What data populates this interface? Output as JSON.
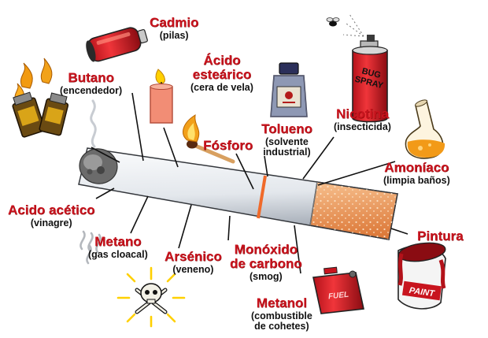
{
  "colors": {
    "label_red": "#c8141e",
    "desc_black": "#111111",
    "filter_orange": "#f29a4a",
    "cigarette_body": "#e6e9ee",
    "leader_line": "#111111"
  },
  "components": [
    {
      "id": "cadmio",
      "name": "Cadmio",
      "desc": "(pilas)",
      "icon": "battery-icon"
    },
    {
      "id": "acido-estearico",
      "name": "Ácido\nesteárico",
      "desc": "(cera de vela)",
      "icon": "candle-icon"
    },
    {
      "id": "butano",
      "name": "Butano",
      "desc": "(encendedor)",
      "icon": "lighter-icon"
    },
    {
      "id": "tolueno",
      "name": "Tolueno",
      "desc": "(solvente\nindustrial)",
      "icon": "solvent-bottle-icon"
    },
    {
      "id": "nicotina",
      "name": "Nicotina",
      "desc": "(insecticida)",
      "icon": "bug-spray-icon"
    },
    {
      "id": "fosforo",
      "name": "Fósforo",
      "desc": "",
      "icon": "match-icon"
    },
    {
      "id": "amoniaco",
      "name": "Amoníaco",
      "desc": "(limpia baños)",
      "icon": "flask-icon"
    },
    {
      "id": "acido-acetico",
      "name": "Acido acético",
      "desc": "(vinagre)",
      "icon": ""
    },
    {
      "id": "metano",
      "name": "Metano",
      "desc": "(gas cloacal)",
      "icon": "gas-fumes-icon"
    },
    {
      "id": "arsenico",
      "name": "Arsénico",
      "desc": "(veneno)",
      "icon": "skull-crossbones-icon"
    },
    {
      "id": "monoxido",
      "name": "Monóxido\nde carbono",
      "desc": "(smog)",
      "icon": ""
    },
    {
      "id": "metanol",
      "name": "Metanol",
      "desc": "(combustible\nde cohetes)",
      "icon": "fuel-can-icon"
    },
    {
      "id": "pintura",
      "name": "Pintura",
      "desc": "",
      "icon": "paint-can-icon"
    }
  ],
  "icon_text": {
    "bug_spray": "BUG\nSPRAY",
    "fuel_can": "FUEL",
    "paint_can": "PAINT"
  }
}
